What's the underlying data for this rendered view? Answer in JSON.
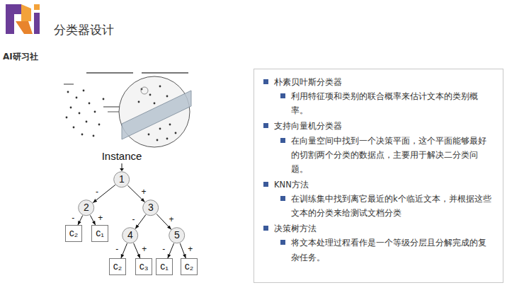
{
  "diagram": {
    "title": "分类器设计",
    "nodes": [
      {
        "text": [
          "朴素贝叶斯分类器",
          "利用特征项和类别的联合概率来估计文本的类别概率。",
          "支持向量机分类器",
          "在向量空间中找到一个决策平面，这个平面能够最好的切割两个分类的数据点，主要用于解决二分类问题。",
          "KNN方法",
          "在训练集中找到离它最近的k个临近文本，并根据这些文本的分类来给测试文档分类",
          "决策树方法",
          "将文本处理过程看作是一个等级分层且分解完成的复杂任务。"
        ]
      },
      {
        "text": [
          "1"
        ]
      },
      {
        "text": [
          "2"
        ]
      },
      {
        "text": [
          "3"
        ]
      },
      {
        "text": [
          "c₂"
        ]
      },
      {
        "text": [
          "c₁"
        ]
      },
      {
        "text": [
          "4"
        ]
      },
      {
        "text": [
          "5"
        ]
      },
      {
        "text": [
          "c₂"
        ]
      },
      {
        "text": [
          "c₃"
        ]
      },
      {
        "text": [
          "c₁"
        ]
      },
      {
        "text": [
          "c₂"
        ]
      }
    ],
    "edges": [
      {
        "from": 1,
        "to": 2,
        "arrow": "to",
        "label": "-"
      },
      {
        "from": 1,
        "to": 3,
        "arrow": "to",
        "label": "+"
      },
      {
        "from": 2,
        "to": 4,
        "arrow": "to",
        "label": "-"
      },
      {
        "from": 2,
        "to": 5,
        "arrow": "to",
        "label": "+"
      },
      {
        "from": 3,
        "to": 6,
        "arrow": "to",
        "label": "-"
      },
      {
        "from": 3,
        "to": 7,
        "arrow": "to",
        "label": "+"
      },
      {
        "from": 6,
        "to": 8,
        "arrow": "to",
        "label": "-"
      },
      {
        "from": 6,
        "to": 9,
        "arrow": "to",
        "label": "+"
      },
      {
        "from": 7,
        "to": 10,
        "arrow": "to",
        "label": "-"
      },
      {
        "from": 7,
        "to": 11,
        "arrow": "to",
        "label": "+"
      }
    ],
    "labels": [
      "AI研习社",
      "Instance"
    ]
  }
}
